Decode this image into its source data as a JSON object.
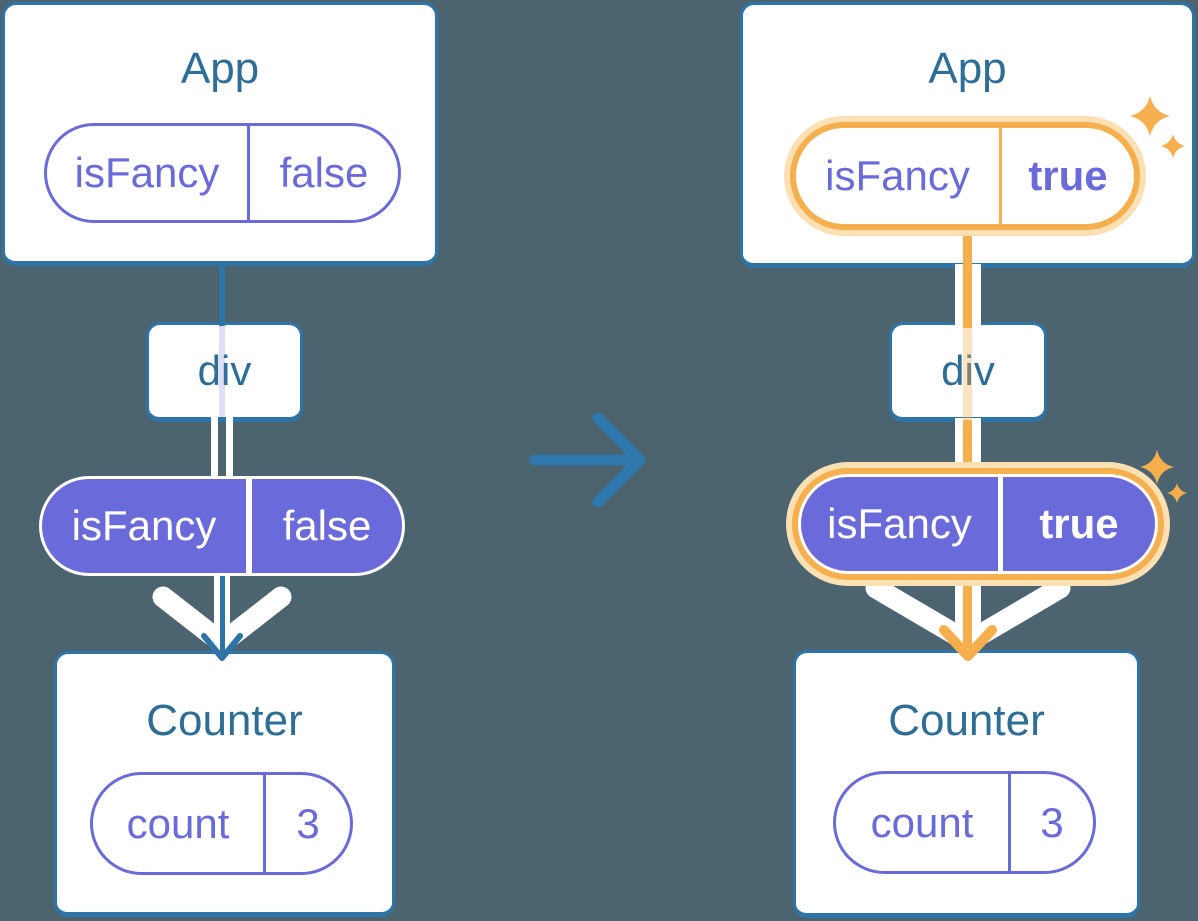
{
  "colors": {
    "background": "#4C6470",
    "card_border": "#2E74A7",
    "heading_text": "#2E6E96",
    "purple": "#6B6ADA",
    "highlight_orange": "#F5AF4E",
    "highlight_glow": "#FBE0B3",
    "arrow_blue": "#2F79AE",
    "white": "#FFFFFF"
  },
  "before": {
    "app_title": "App",
    "prop_name": "isFancy",
    "prop_value": "false",
    "container_label": "div",
    "passed_prop_name": "isFancy",
    "passed_prop_value": "false",
    "counter_title": "Counter",
    "state_name": "count",
    "state_value": "3"
  },
  "after": {
    "app_title": "App",
    "prop_name": "isFancy",
    "prop_value": "true",
    "container_label": "div",
    "passed_prop_name": "isFancy",
    "passed_prop_value": "true",
    "counter_title": "Counter",
    "state_name": "count",
    "state_value": "3"
  }
}
